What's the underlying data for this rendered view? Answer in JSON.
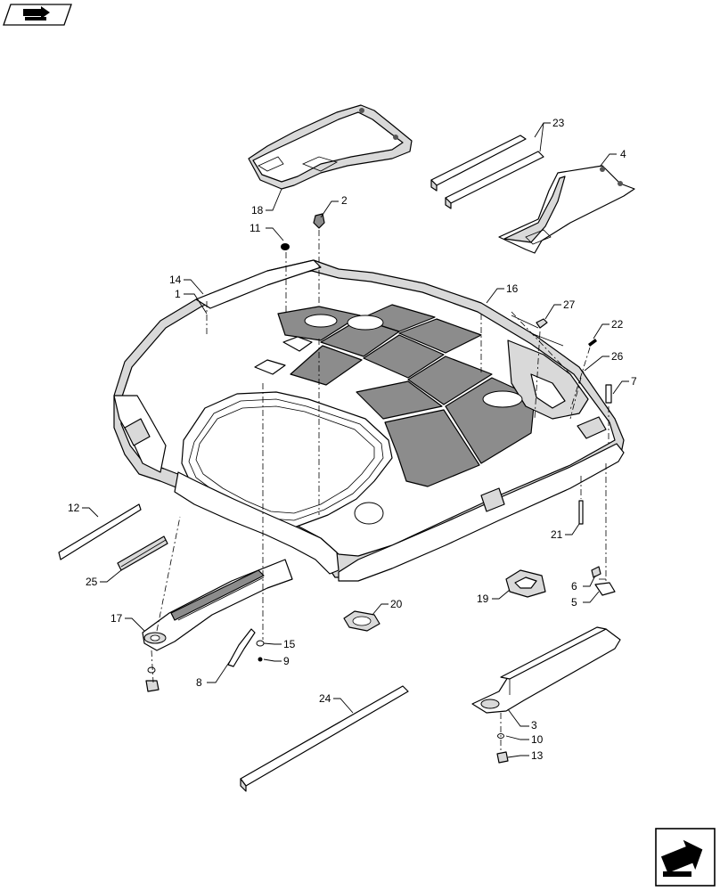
{
  "nav": {
    "top_icon": "book-arrow-icon",
    "bottom_icon": "next-arrow-icon"
  },
  "callouts": [
    {
      "id": "1",
      "label": "1"
    },
    {
      "id": "2",
      "label": "2"
    },
    {
      "id": "3",
      "label": "3"
    },
    {
      "id": "4",
      "label": "4"
    },
    {
      "id": "5",
      "label": "5"
    },
    {
      "id": "6",
      "label": "6"
    },
    {
      "id": "7",
      "label": "7"
    },
    {
      "id": "8",
      "label": "8"
    },
    {
      "id": "9",
      "label": "9"
    },
    {
      "id": "10",
      "label": "10"
    },
    {
      "id": "11",
      "label": "11"
    },
    {
      "id": "12",
      "label": "12"
    },
    {
      "id": "13",
      "label": "13"
    },
    {
      "id": "14",
      "label": "14"
    },
    {
      "id": "15",
      "label": "15"
    },
    {
      "id": "16",
      "label": "16"
    },
    {
      "id": "17",
      "label": "17"
    },
    {
      "id": "18",
      "label": "18"
    },
    {
      "id": "19",
      "label": "19"
    },
    {
      "id": "20",
      "label": "20"
    },
    {
      "id": "21",
      "label": "21"
    },
    {
      "id": "22",
      "label": "22"
    },
    {
      "id": "23",
      "label": "23"
    },
    {
      "id": "24",
      "label": "24"
    },
    {
      "id": "25",
      "label": "25"
    },
    {
      "id": "26",
      "label": "26"
    },
    {
      "id": "27",
      "label": "27"
    }
  ]
}
